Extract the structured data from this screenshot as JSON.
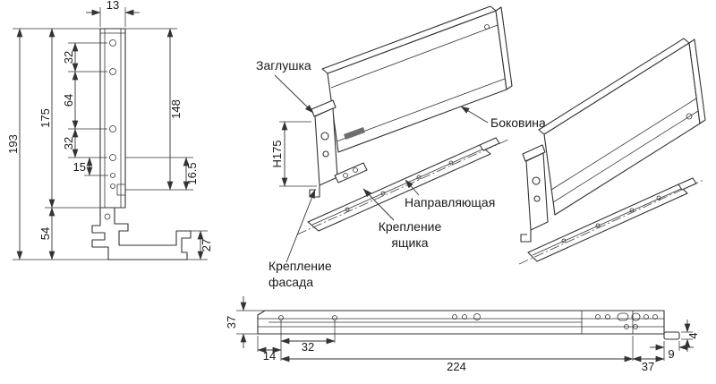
{
  "drawing": {
    "background": "#ffffff",
    "line_color": "#333333",
    "left_view": {
      "d13": "13",
      "d193": "193",
      "d175": "175",
      "d32_top": "32",
      "d64": "64",
      "d32_bot": "32",
      "d15": "15",
      "d148": "148",
      "d16_5": "16.5",
      "d54": "54",
      "d27": "27"
    },
    "iso_view": {
      "label_plug": "Заглушка",
      "label_side": "Боковина",
      "label_guide": "Направляющая",
      "label_mount_drawer_1": "Крепление",
      "label_mount_drawer_2": "ящика",
      "label_mount_facade_1": "Крепление",
      "label_mount_facade_2": "фасада",
      "dH175": "H175"
    },
    "bottom_view": {
      "d37_left": "37",
      "d14": "14",
      "d32": "32",
      "d224": "224",
      "d37_right": "37",
      "d9": "9",
      "d4": "4"
    }
  }
}
